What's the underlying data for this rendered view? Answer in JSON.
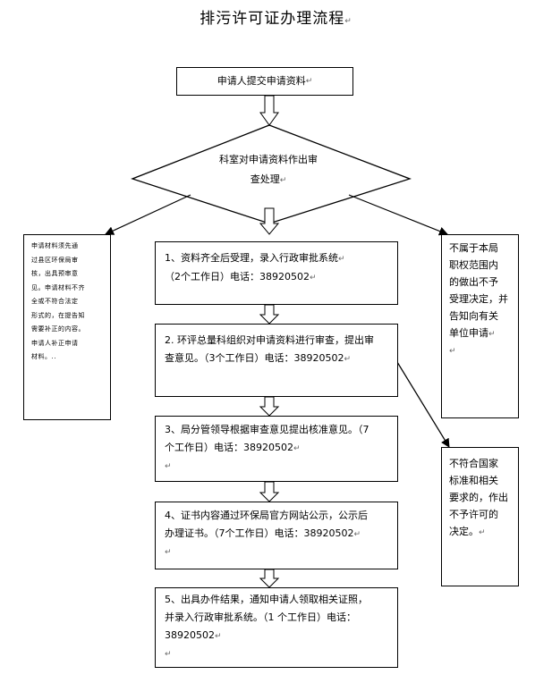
{
  "title": "排污许可证办理流程",
  "para_mark": "↵",
  "step_submit": "申请人提交申请资料",
  "step_review": [
    "科室对申请资料作出审",
    "查处理"
  ],
  "left_note": [
    "申请材料须先通",
    "过县区环保局审",
    "核，出具预审意",
    "见。申请材料不齐",
    "全或不符合法定",
    "形式的，在提告知",
    "需要补正的内容。",
    "申请人补正申请",
    "材料。.."
  ],
  "right_note_1": [
    "不属于本局",
    "职权范围内",
    "的做出不予",
    "受理决定，并",
    "告知向有关",
    "单位申请"
  ],
  "right_note_2": [
    "不符合国家",
    "标准和相关",
    "要求的，作出",
    "不予许可的",
    "决定。"
  ],
  "steps": [
    {
      "lines": [
        "1、资料齐全后受理，录入行政审批系统",
        "（2个工作日）电话：38920502"
      ]
    },
    {
      "lines": [
        "2. 环评总量科组织对申请资料进行审查，提出审",
        "查意见。（3个工作日）电话：38920502"
      ]
    },
    {
      "lines": [
        "3、局分管领导根据审查意见提出核准意见。（7",
        "个工作日）电话：38920502",
        ""
      ]
    },
    {
      "lines": [
        "4、证书内容通过环保局官方网站公示，公示后",
        "办理证书。（7个工作日）电话：38920502",
        ""
      ]
    },
    {
      "lines": [
        "5、出具办件结果，通知申请人领取相关证照，",
        "并录入行政审批系统。（1 个工作日）电话：",
        "38920502",
        ""
      ]
    }
  ]
}
